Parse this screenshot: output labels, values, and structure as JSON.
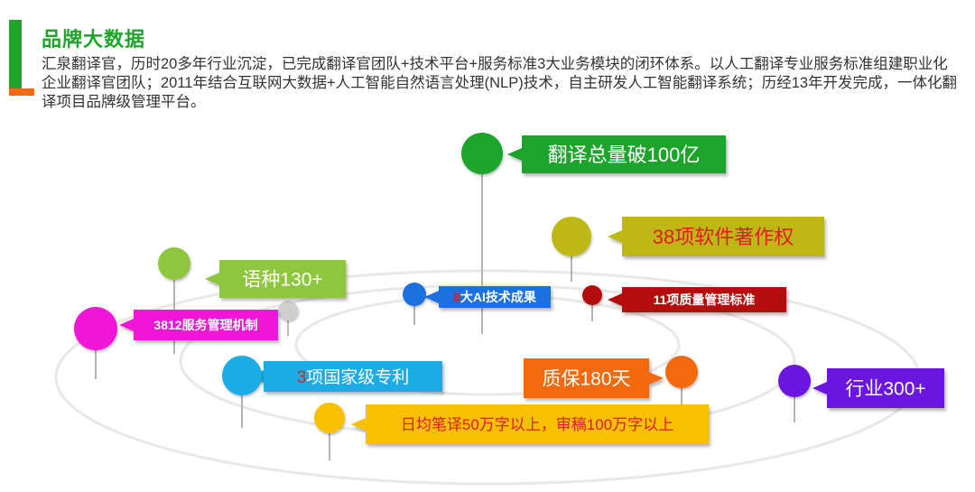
{
  "header": {
    "title": "品牌大数据",
    "intro": "汇泉翻译官，历时20多年行业沉淀，已完成翻译官团队+技术平台+服务标准3大业务模块的闭环体系。以人工翻译专业服务标准组建职业化企业翻译官团队；2011年结合互联网大数据+人工智能自然语言处理(NLP)技术，自主研发人工智能翻译系统；历经13年开发完成，一体化翻译项目品牌级管理平台。",
    "accent_color": "#1ea52a",
    "secondary_color": "#f26b0f"
  },
  "diagram": {
    "nodes": [
      {
        "id": "translation-volume",
        "prefix": "",
        "text": "翻译总量破100亿",
        "ball_color": "#1ea52a",
        "tag_color": "#1ea52a",
        "text_color": "#ffffff",
        "prefix_color": ""
      },
      {
        "id": "software-copyright",
        "prefix": "",
        "text": "38项软件著作权",
        "ball_color": "#bdb816",
        "tag_color": "#bdb816",
        "text_color": "#e31b23",
        "prefix_color": ""
      },
      {
        "id": "languages",
        "prefix": "",
        "text": "语种130+",
        "ball_color": "#8ec63f",
        "tag_color": "#8ec63f",
        "text_color": "#ffffff",
        "prefix_color": ""
      },
      {
        "id": "ai-achievements",
        "prefix": "8",
        "text": "大AI技术成果",
        "ball_color": "#1f6fe0",
        "tag_color": "#1f6fe0",
        "text_color": "#ffffff",
        "prefix_color": "#e31b23"
      },
      {
        "id": "quality-standards",
        "prefix": "",
        "text": "11项质量管理标准",
        "ball_color": "#b50f0f",
        "tag_color": "#b50f0f",
        "text_color": "#ffffff",
        "prefix_color": ""
      },
      {
        "id": "service-mechanism",
        "prefix": "",
        "text": "3812服务管理机制",
        "ball_color": "#f018d8",
        "tag_color": "#f018d8",
        "text_color": "#ffffff",
        "prefix_color": ""
      },
      {
        "id": "national-patents",
        "prefix": "3",
        "text": "项国家级专利",
        "ball_color": "#1aace5",
        "tag_color": "#1aace5",
        "text_color": "#ffffff",
        "prefix_color": "#e31b23"
      },
      {
        "id": "quality-guarantee",
        "prefix": "",
        "text": "质保180天",
        "ball_color": "#f26b0f",
        "tag_color": "#f26b0f",
        "text_color": "#ffffff",
        "prefix_color": ""
      },
      {
        "id": "industries",
        "prefix": "",
        "text": "行业300+",
        "ball_color": "#6a12e0",
        "tag_color": "#6a12e0",
        "text_color": "#ffffff",
        "prefix_color": ""
      },
      {
        "id": "daily-output",
        "prefix": "",
        "text": "日均笔译50万字以上，审稿100万字以上",
        "ball_color": "#f8c000",
        "tag_color": "#f8c000",
        "text_color": "#e31b23",
        "prefix_color": ""
      }
    ],
    "decor_ball_color": "#cfcfcf",
    "ring_color": "#e8e8e8"
  }
}
